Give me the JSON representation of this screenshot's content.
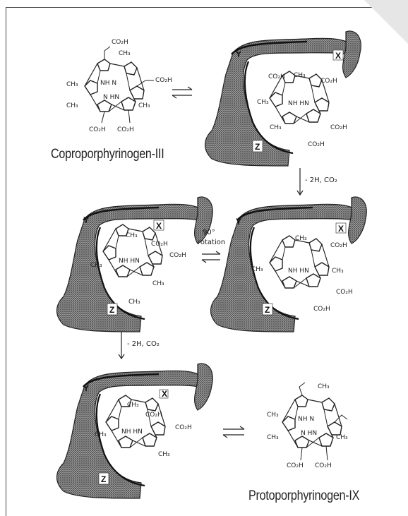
{
  "names": {
    "coproporphyrinogen": "Coproporphyrinogen-III",
    "protoporphyrinogen": "Protoporphyrinogen-IX"
  },
  "sites": {
    "y": "Y",
    "x": "X",
    "z": "Z"
  },
  "groups": {
    "co2h": "CO₂H",
    "ch3": "CH₃",
    "nh_top": "NH N",
    "nh_bot": "N HN",
    "hn_core": "NH HN"
  },
  "reactions": {
    "step": "- 2H, CO₂",
    "rotation_deg": "90°",
    "rotation_word": "rotation"
  }
}
